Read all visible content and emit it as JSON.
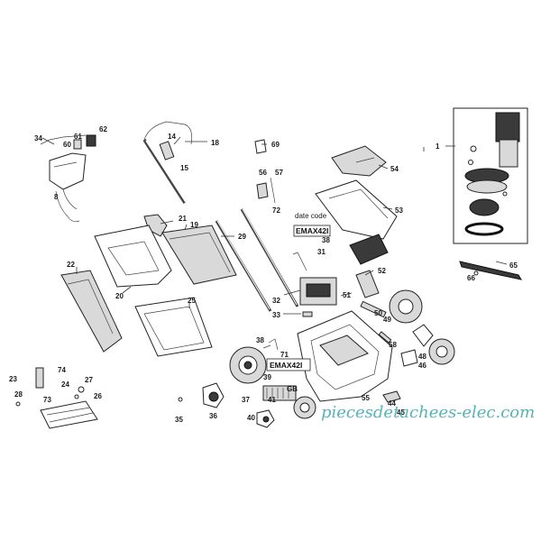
{
  "labels": {
    "p1": "1",
    "p8": "8",
    "p14": "14",
    "p15": "15",
    "p18": "18",
    "p19": "19",
    "p20": "20",
    "p21": "21",
    "p22": "22",
    "p23": "23",
    "p24": "24",
    "p25": "25",
    "p26": "26",
    "p27": "27",
    "p28": "28",
    "p29": "29",
    "p31": "31",
    "p32": "32",
    "p33": "33",
    "p34": "34",
    "p35": "35",
    "p36": "36",
    "p37": "37",
    "p38": "38",
    "p39": "39",
    "p40": "40",
    "p41": "41",
    "p44": "44",
    "p45": "45",
    "p46": "46",
    "p48": "48",
    "p49": "49",
    "p50": "50",
    "p51": "51",
    "p52": "52",
    "p53": "53",
    "p54": "54",
    "p55": "55",
    "p56": "56",
    "p57": "57",
    "p58": "58",
    "p60": "60",
    "p61": "61",
    "p62": "62",
    "p65": "65",
    "p66": "66",
    "p69": "69",
    "p71": "71",
    "p72": "72",
    "p73": "73",
    "p74": "74"
  },
  "date_code": {
    "caption": "date code",
    "model": "EMAX42I",
    "number": "38"
  },
  "model_box": {
    "model": "EMAX42I",
    "gb": "GB"
  },
  "watermark": "piecesdetachees-elec.com"
}
